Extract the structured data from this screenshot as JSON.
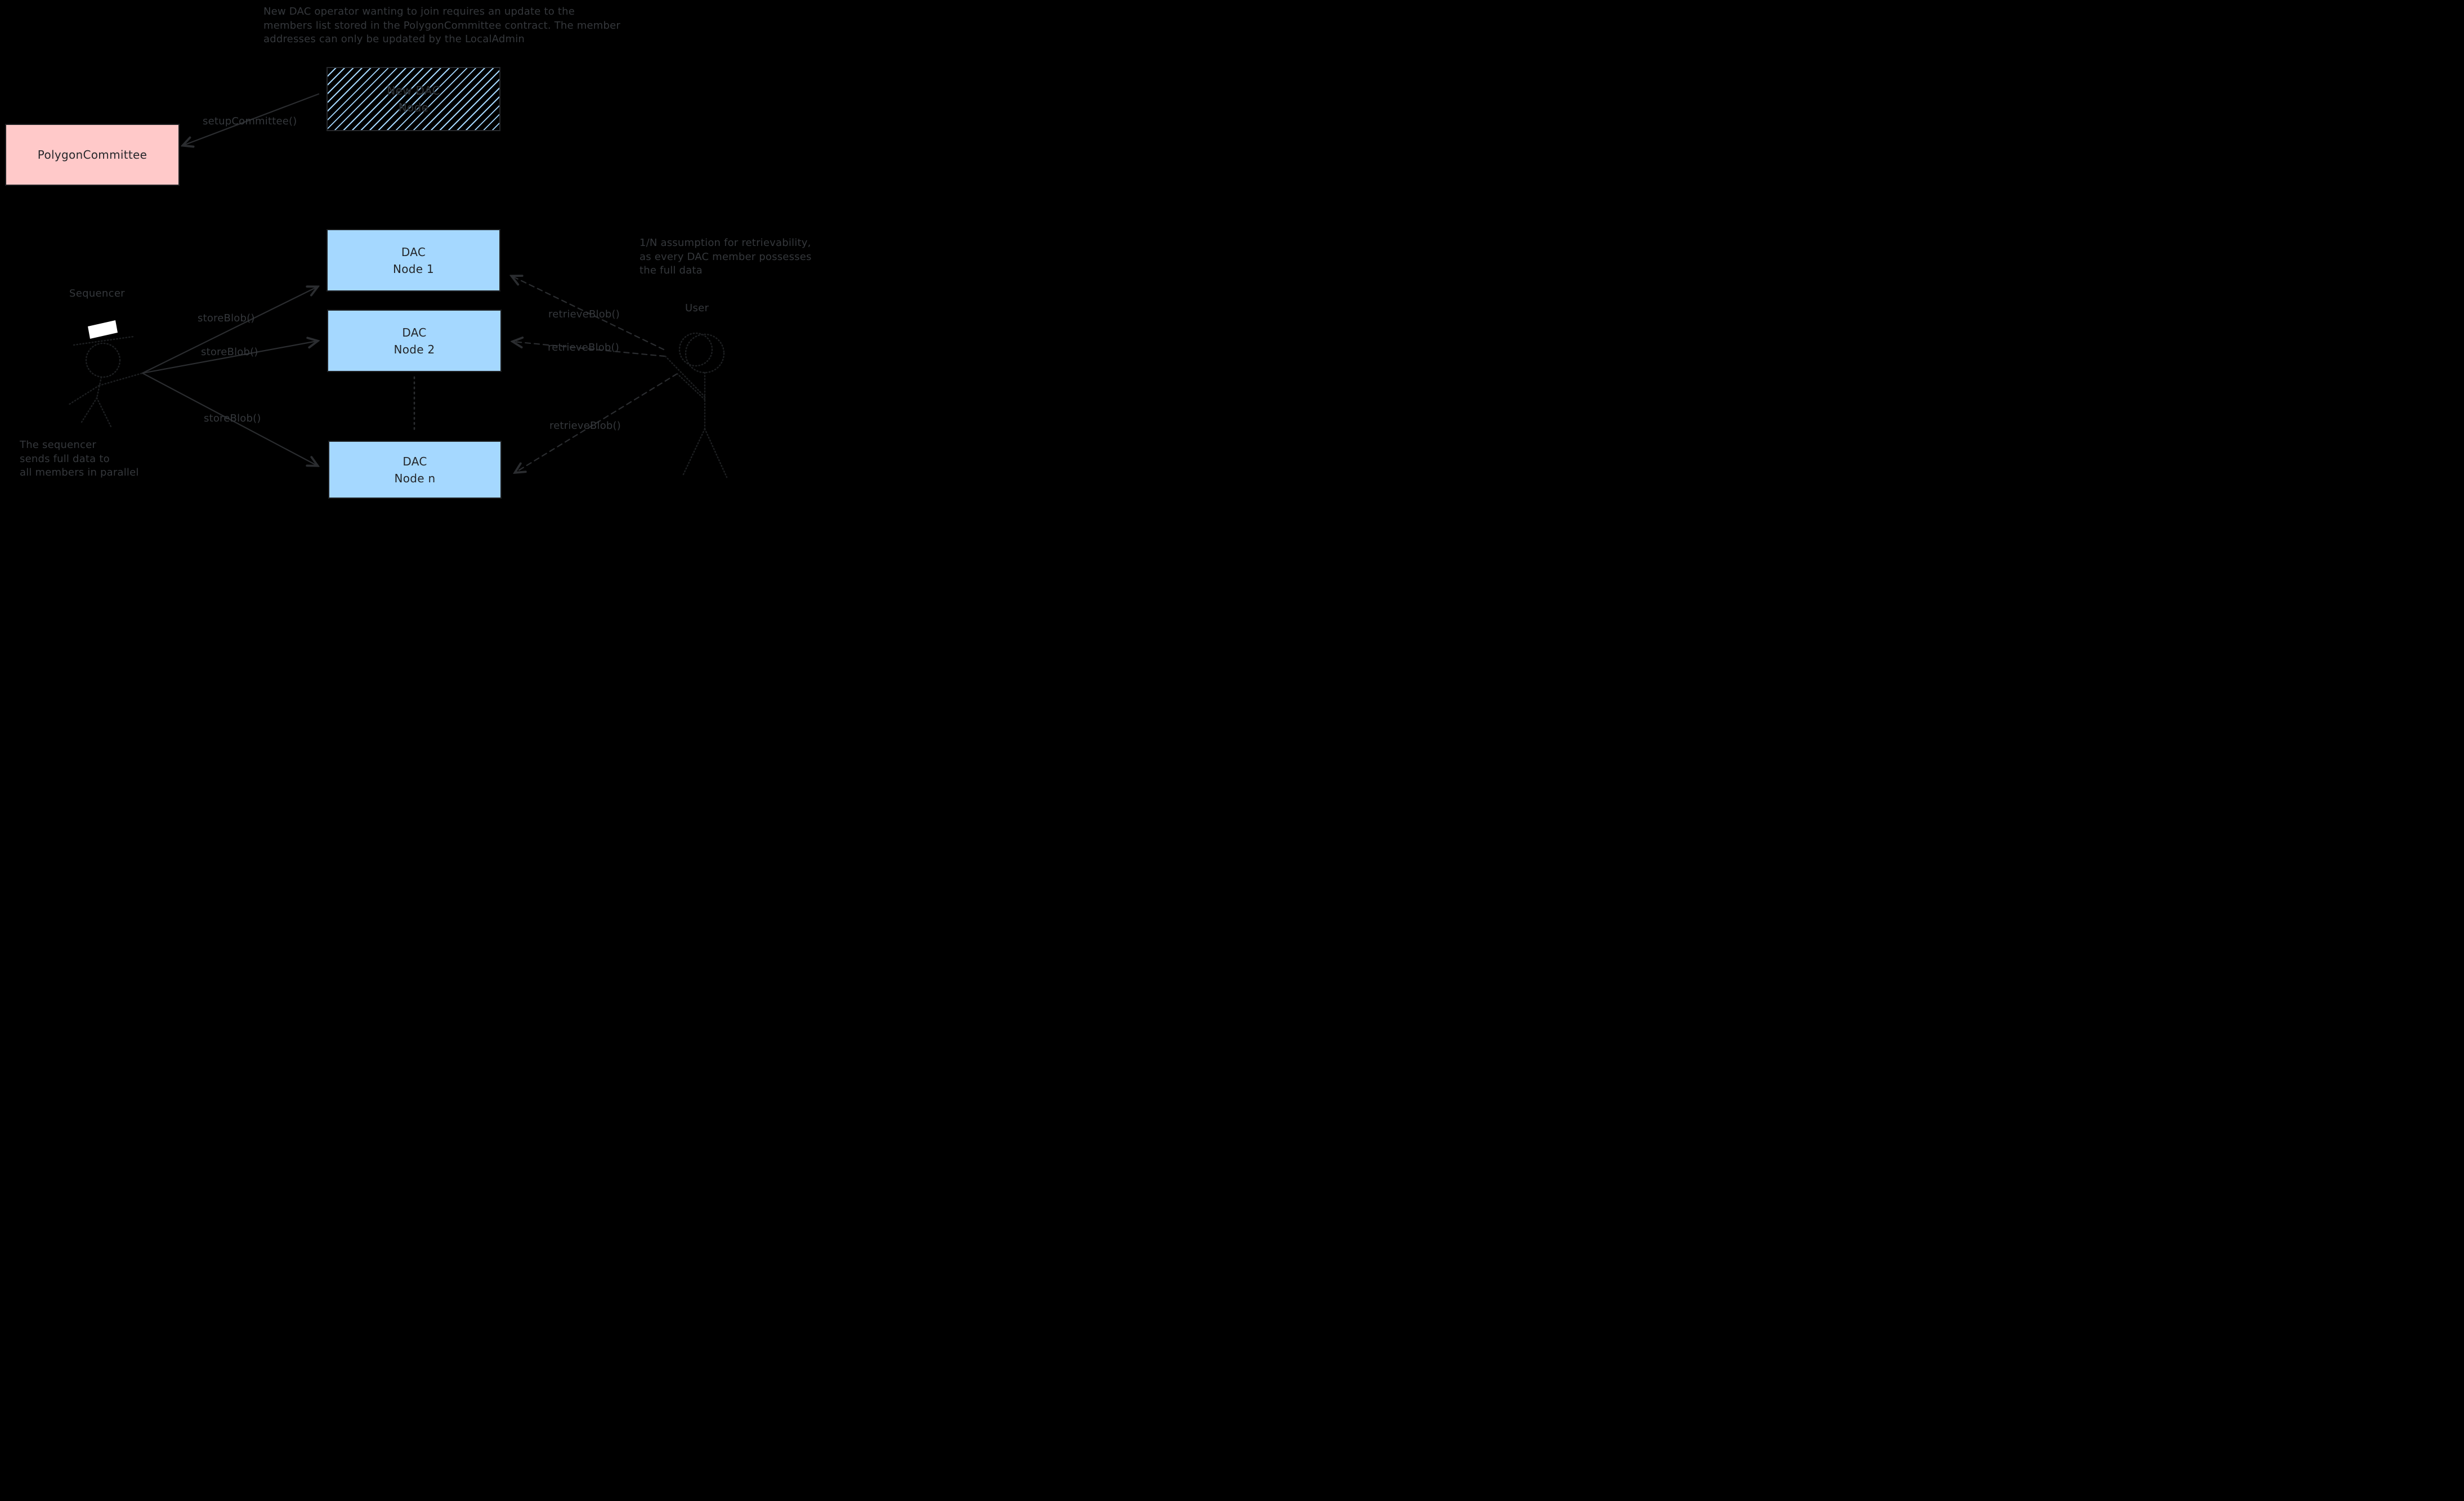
{
  "colors": {
    "background": "#000000",
    "note_text": "#35383c",
    "edge_stroke": "#2b2d30",
    "figure_stroke": "#1d1f21",
    "box_border": "#1e2022",
    "pink_fill": "#ffc9c9",
    "blue_fill": "#a5d8ff",
    "hatch_line": "#a5d8ff",
    "hat_white": "#ffffff",
    "box_text": "#24262a",
    "hatch_box_text": "#2e3236"
  },
  "notes": {
    "top_lines": [
      "New DAC operator wanting to join requires an update to the",
      "members list stored in the PolygonCommittee contract. The member",
      "addresses can only be updated by the LocalAdmin"
    ],
    "retrievability_lines": [
      "1/N assumption for retrievability,",
      "as every DAC member possesses",
      "the full data"
    ],
    "sequencer_note_lines": [
      "The sequencer",
      "sends full data to",
      "all members in parallel"
    ]
  },
  "boxes": {
    "new_dac_node": {
      "line1": "New DAC",
      "line2": "Node"
    },
    "polygon_committee": {
      "label": "PolygonCommittee"
    },
    "dac_node_1": {
      "line1": "DAC",
      "line2": "Node 1"
    },
    "dac_node_2": {
      "line1": "DAC",
      "line2": "Node 2"
    },
    "dac_node_n": {
      "line1": "DAC",
      "line2": "Node n"
    }
  },
  "actors": {
    "sequencer_label": "Sequencer",
    "user_label": "User"
  },
  "edge_labels": {
    "setup_committee": "setupCommittee()",
    "store_blob_1": "storeBlob()",
    "store_blob_2": "storeBlob()",
    "store_blob_n": "storeBlob()",
    "retrieve_blob_1": "retrieveBlob()",
    "retrieve_blob_2": "retrieveBlob()",
    "retrieve_blob_n": "retrieveBlob()"
  }
}
